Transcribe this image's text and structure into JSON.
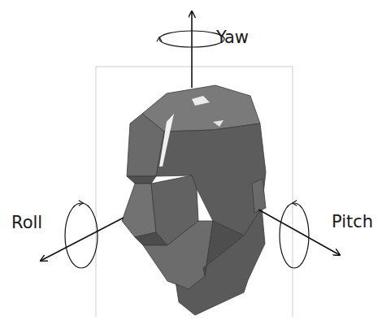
{
  "diagram": {
    "labels": [
      "Yaw",
      "Roll",
      "Pitch"
    ]
  }
}
